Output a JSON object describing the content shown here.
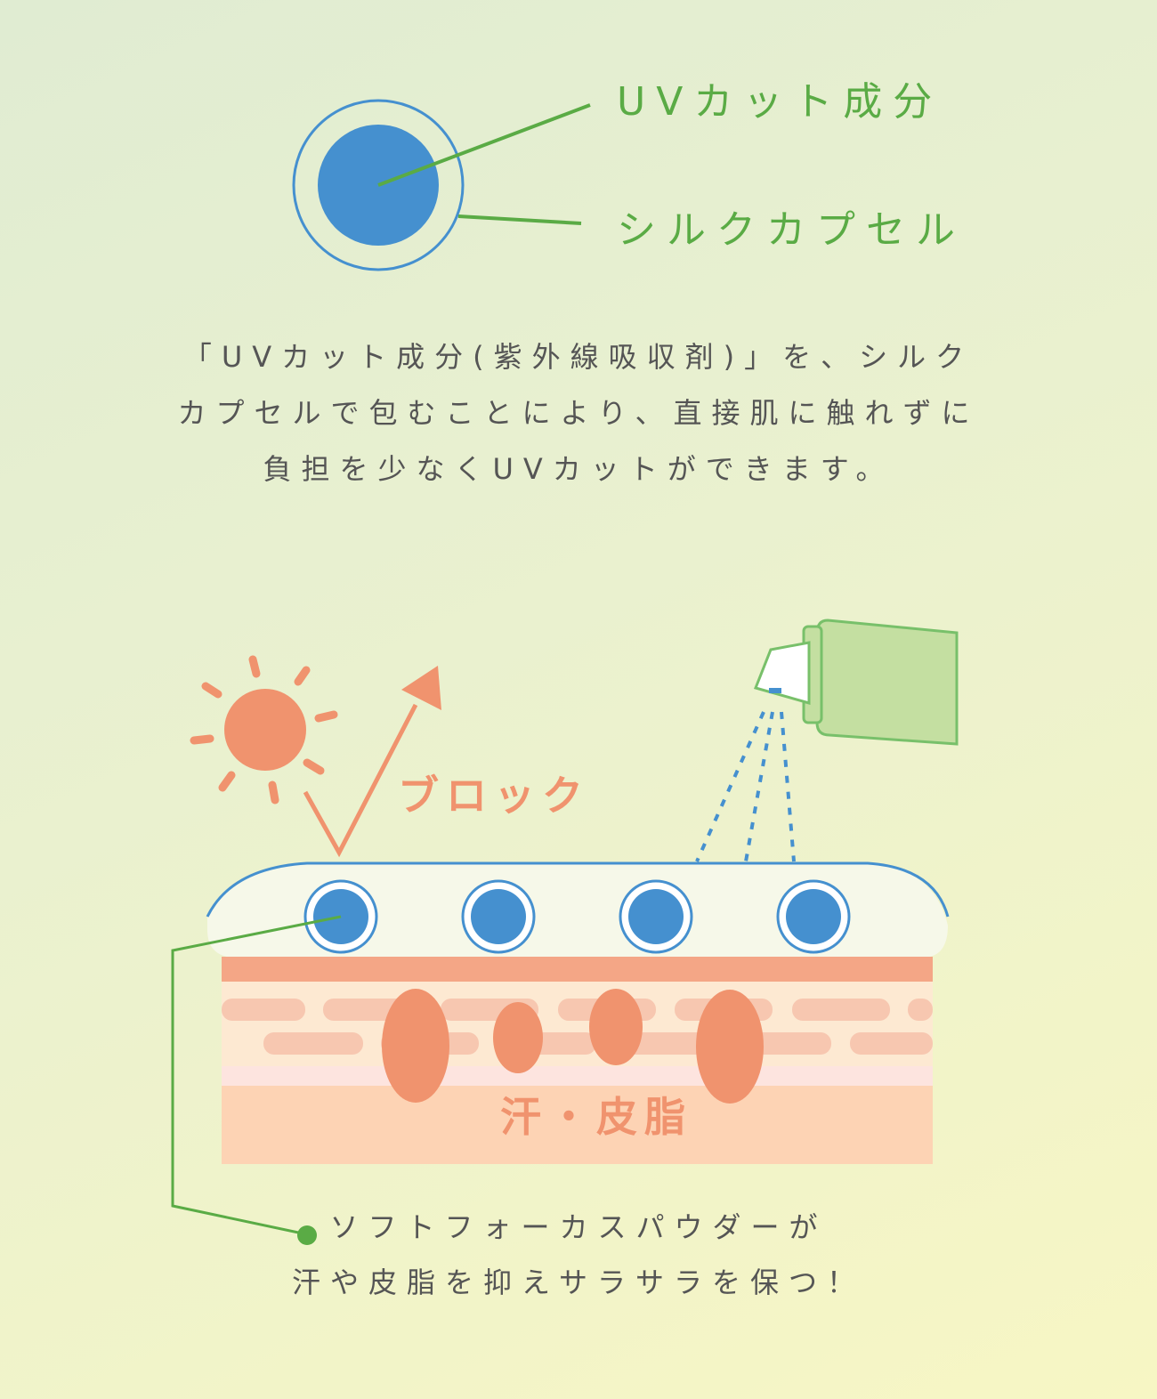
{
  "capsule_diagram": {
    "label_uv": "UVカット成分",
    "label_silk": "シルクカプセル"
  },
  "description": {
    "lines": [
      "「UVカット成分(紫外線吸収剤)」を、シルク",
      "カプセルで包むことにより、直接肌に触れずに",
      "負担を少なくUVカットができます。"
    ]
  },
  "skin_diagram": {
    "block_label": "ブロック",
    "sweat_label": "汗・皮脂"
  },
  "caption": {
    "lines": [
      "ソフトフォーカスパウダーが",
      "汗や皮脂を抑えサラサラを保つ！"
    ]
  },
  "colors": {
    "accent_green": "#5aab45",
    "capsule_blue": "#4590cf",
    "sun_orange": "#f0936e",
    "text_gray": "#555555"
  }
}
